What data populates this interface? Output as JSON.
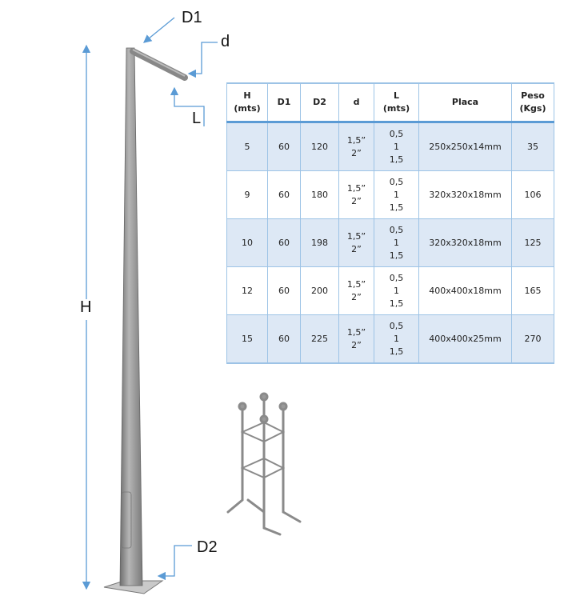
{
  "labels": {
    "D1": "D1",
    "d": "d",
    "L": "L",
    "H": "H",
    "D2": "D2"
  },
  "table": {
    "headers": [
      "H\n(mts)",
      "D1",
      "D2",
      "d",
      "L\n(mts)",
      "Placa",
      "Peso\n(Kgs)"
    ],
    "rows": [
      [
        "5",
        "60",
        "120",
        "1,5”\n2”",
        "0,5\n1\n1,5",
        "250x250x14mm",
        "35"
      ],
      [
        "9",
        "60",
        "180",
        "1,5”\n2”",
        "0,5\n1\n1,5",
        "320x320x18mm",
        "106"
      ],
      [
        "10",
        "60",
        "198",
        "1,5”\n2”",
        "0,5\n1\n1,5",
        "320x320x18mm",
        "125"
      ],
      [
        "12",
        "60",
        "200",
        "1,5”\n2”",
        "0,5\n1\n1,5",
        "400x400x18mm",
        "165"
      ],
      [
        "15",
        "60",
        "225",
        "1,5”\n2”",
        "0,5\n1\n1,5",
        "400x400x25mm",
        "270"
      ]
    ]
  },
  "colors": {
    "arrow": "#5b9bd5",
    "row_shade": "#dde8f5",
    "metal": "#9a9a9a"
  }
}
